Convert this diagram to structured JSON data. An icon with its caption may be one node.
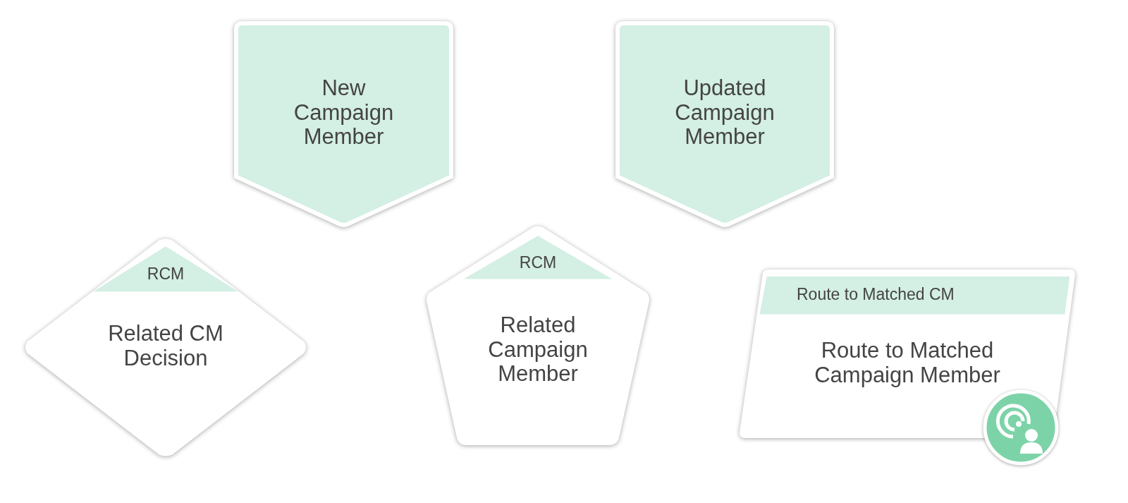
{
  "diagram": {
    "nodes": [
      {
        "text": [
          "New Campaign Member"
        ]
      },
      {
        "text": [
          "Updated Campaign Member"
        ]
      },
      {
        "text": [
          "RCM",
          "Related CM Decision"
        ]
      },
      {
        "text": [
          "RCM",
          "Related Campaign Member"
        ]
      },
      {
        "text": [
          "Route to Matched CM",
          "Route to Matched Campaign Member"
        ]
      }
    ]
  }
}
